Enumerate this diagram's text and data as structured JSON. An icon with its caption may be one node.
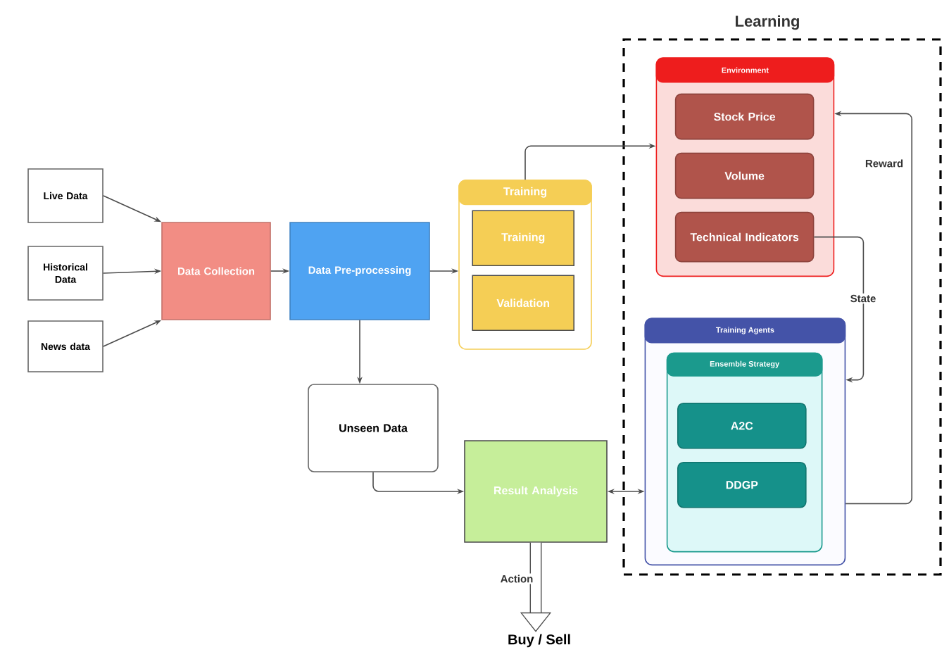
{
  "diagram": {
    "nodes": [
      {
        "text": [
          "Live Data"
        ]
      },
      {
        "text": [
          "Historical Data"
        ]
      },
      {
        "text": [
          "News data"
        ]
      },
      {
        "text": [
          "Data Collection"
        ]
      },
      {
        "text": [
          "Data Pre-processing"
        ]
      },
      {
        "text": [
          "Training"
        ]
      },
      {
        "text": [
          "Training"
        ],
        "in": 5
      },
      {
        "text": [
          "Validation"
        ],
        "in": 5
      },
      {
        "text": [
          "Learning"
        ]
      },
      {
        "text": [
          "Environment"
        ],
        "in": 8
      },
      {
        "text": [
          "Stock Price"
        ],
        "in": 9
      },
      {
        "text": [
          "Volume"
        ],
        "in": 9
      },
      {
        "text": [
          "Technical Indicators"
        ],
        "in": 9
      },
      {
        "text": [
          "Training Agents"
        ],
        "in": 8
      },
      {
        "text": [
          "Ensemble Strategy"
        ],
        "in": 13
      },
      {
        "text": [
          "A2C"
        ],
        "in": 14
      },
      {
        "text": [
          "DDGP"
        ],
        "in": 14
      },
      {
        "text": [
          "Unseen Data"
        ]
      },
      {
        "text": [
          "Result Analysis"
        ]
      },
      {
        "text": [
          "Buy / Sell"
        ]
      }
    ],
    "edges": [
      {
        "from": 0,
        "to": 3,
        "arrow": "to"
      },
      {
        "from": 1,
        "to": 3,
        "arrow": "to"
      },
      {
        "from": 2,
        "to": 3,
        "arrow": "to"
      },
      {
        "from": 3,
        "to": 4,
        "arrow": "to"
      },
      {
        "from": 4,
        "to": 5,
        "arrow": "to"
      },
      {
        "from": 4,
        "to": 17,
        "arrow": "to"
      },
      {
        "from": 5,
        "to": 9,
        "arrow": "to"
      },
      {
        "from": 12,
        "to": 13,
        "arrow": "to",
        "label": "State"
      },
      {
        "from": 13,
        "to": 9,
        "arrow": "to",
        "label": "Reward"
      },
      {
        "from": 17,
        "to": 18,
        "arrow": "to"
      },
      {
        "from": 18,
        "to": 13,
        "arrow": "both"
      },
      {
        "from": 18,
        "to": 19,
        "arrow": "to",
        "label": "Action",
        "style": "thick"
      }
    ]
  }
}
